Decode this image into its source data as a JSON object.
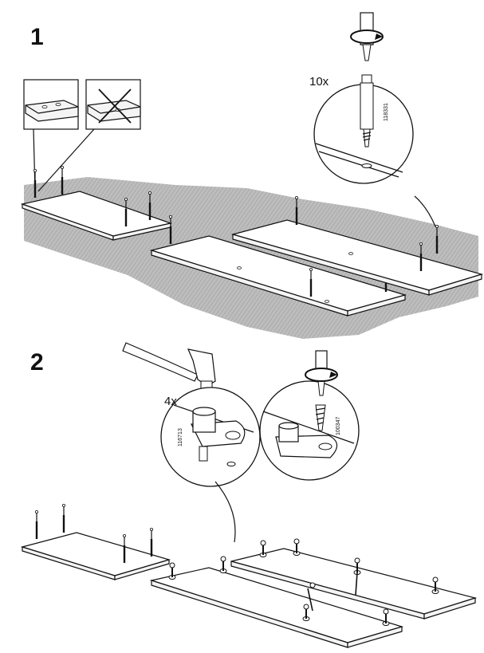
{
  "steps": [
    {
      "number": "1",
      "quantity": "10x",
      "part_number": "118331"
    },
    {
      "number": "2",
      "quantity": "4x",
      "part_number_left": "116713",
      "part_number_right": "100347"
    }
  ],
  "icons": {
    "screwdriver": "screwdriver-icon",
    "rotate": "rotate-clockwise-icon",
    "hammer": "hammer-icon",
    "do_not": "cross-out-icon"
  },
  "colors": {
    "ink": "#111111",
    "floor": "#b8b8b8",
    "panel": "#ffffff"
  }
}
